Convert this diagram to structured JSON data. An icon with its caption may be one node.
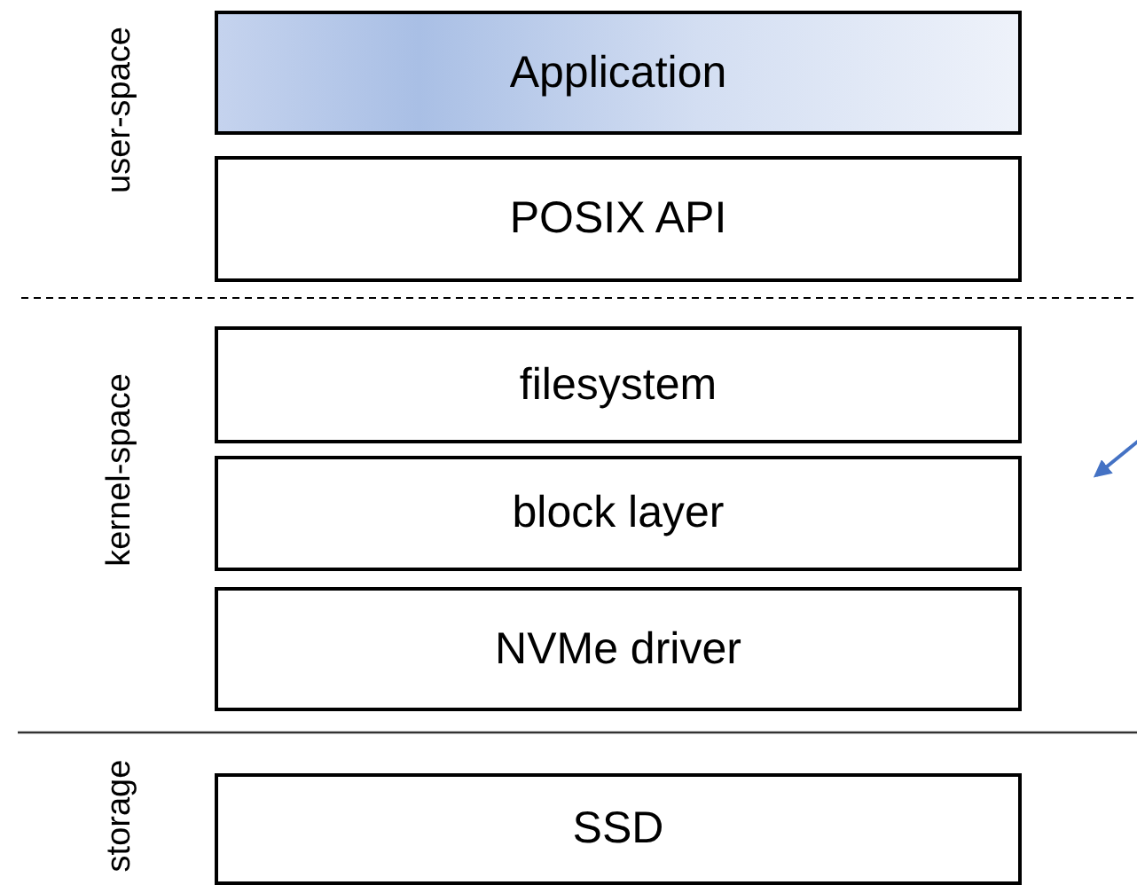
{
  "diagram": {
    "nodes": [
      {
        "text": [
          "Application"
        ]
      },
      {
        "text": [
          "POSIX API"
        ]
      },
      {
        "text": [
          "filesystem"
        ]
      },
      {
        "text": [
          "block layer"
        ]
      },
      {
        "text": [
          "NVMe driver"
        ]
      },
      {
        "text": [
          "SSD"
        ]
      }
    ],
    "labels": [
      "user-space",
      "kernel-space",
      "storage"
    ]
  }
}
